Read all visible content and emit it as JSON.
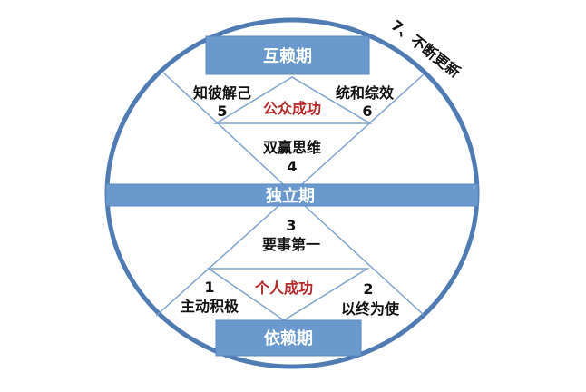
{
  "colors": {
    "accent": "#6a9acd",
    "ring": "#4f7db3",
    "line": "#7ea3cf",
    "red": "#b32a2a"
  },
  "stages": {
    "interdependence": "互赖期",
    "independence": "独立期",
    "dependence": "依赖期"
  },
  "successes": {
    "public": "公众成功",
    "private": "个人成功"
  },
  "habits": [
    {
      "num": "1",
      "label": "主动积极"
    },
    {
      "num": "2",
      "label": "以终为使"
    },
    {
      "num": "3",
      "label": "要事第一"
    },
    {
      "num": "4",
      "label": "双赢思维"
    },
    {
      "num": "5",
      "label": "知彼解己"
    },
    {
      "num": "6",
      "label": "统和综效"
    }
  ],
  "habit7": "7、不断更新"
}
